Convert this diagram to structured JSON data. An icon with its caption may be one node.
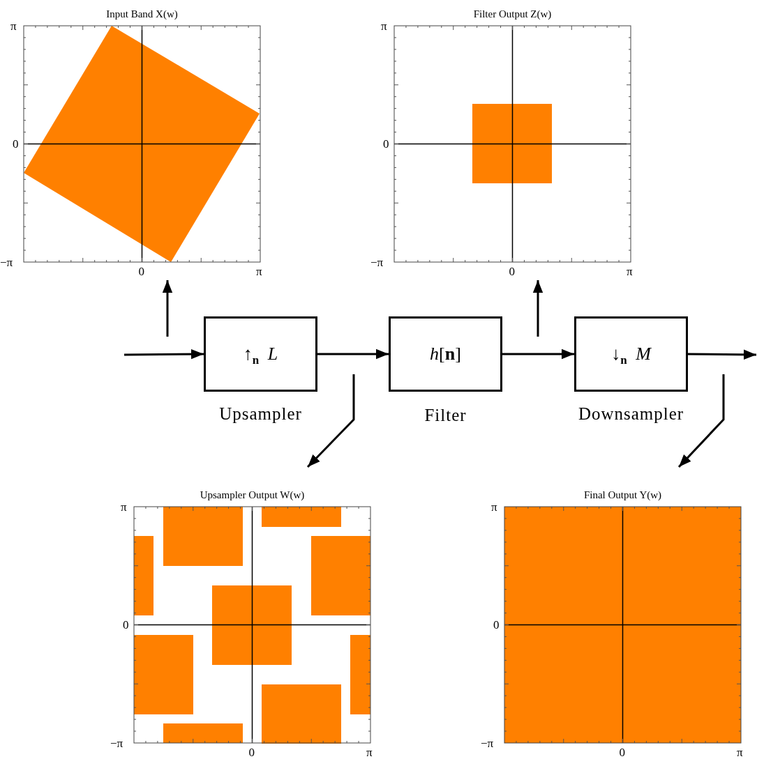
{
  "diagram": {
    "nodes": [
      {
        "text": [
          "Input Band X(w)"
        ]
      },
      {
        "text": [
          "Filter Output Z(w)"
        ]
      },
      {
        "text": [
          "↑$_{n}$ *L*"
        ],
        "beside": [
          "Upsampler"
        ]
      },
      {
        "text": [
          "*h*[**n**]"
        ],
        "beside": [
          "Filter"
        ]
      },
      {
        "text": [
          "↓$_{n}$ *M*"
        ],
        "beside": [
          "Downsampler"
        ]
      },
      {
        "text": [
          "Upsampler Output W(w)"
        ]
      },
      {
        "text": [
          "Final Output Y(w)"
        ]
      }
    ],
    "edges": [
      {
        "from": null,
        "to": 2,
        "arrow": "to"
      },
      {
        "from": 2,
        "to": 3,
        "arrow": "to"
      },
      {
        "from": 3,
        "to": 4,
        "arrow": "to"
      },
      {
        "from": 4,
        "to": null,
        "arrow": "to"
      },
      {
        "from": null,
        "to": 0,
        "arrow": "to"
      },
      {
        "from": null,
        "to": 1,
        "arrow": "to"
      },
      {
        "from": null,
        "to": 5,
        "arrow": "to"
      },
      {
        "from": null,
        "to": 6,
        "arrow": "to"
      }
    ],
    "labels": [
      "π",
      "0",
      "−π",
      "0",
      "π",
      "π",
      "0",
      "−π",
      "0",
      "π",
      "π",
      "0",
      "−π",
      "0",
      "π",
      "π",
      "0",
      "−π",
      "0",
      "π"
    ]
  }
}
